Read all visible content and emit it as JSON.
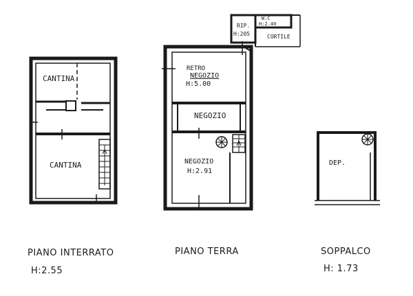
{
  "plans": {
    "basement": {
      "room_top": "CANTINA",
      "room_bottom": "CANTINA",
      "caption": "PIANO INTERRATO",
      "height": "H:2.55"
    },
    "ground": {
      "back_room": "RETRO",
      "back_room_2": "NEGOZIO",
      "back_room_height": "H:5.00",
      "shop_mid": "NEGOZIO",
      "shop_front": "NEGOZIO",
      "shop_front_height": "H:2.91",
      "rip_label": "RIP.",
      "rip_height": "H:205",
      "wc_label": "W.C",
      "wc_height": "H:2.40",
      "courtyard": "CORTILE",
      "caption": "PIANO TERRA"
    },
    "mezzanine": {
      "room": "DEP.",
      "caption": "SOPPALCO",
      "height": "H: 1.73"
    }
  }
}
